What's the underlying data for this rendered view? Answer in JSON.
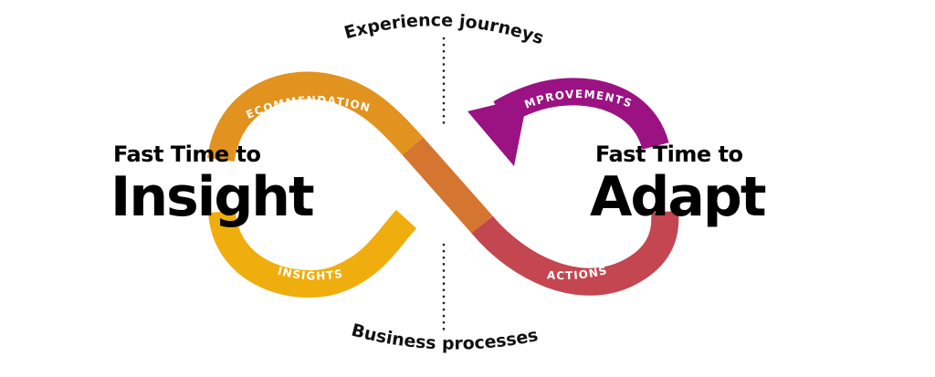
{
  "captions": {
    "top": "Experience journeys",
    "bottom": "Business processes"
  },
  "left": {
    "title_small": "Fast Time to",
    "title_big": "Insight"
  },
  "right": {
    "title_small": "Fast Time to",
    "title_big": "Adapt"
  },
  "segments": {
    "recommendations": "RECOMMENDATIONS",
    "insights": "INSIGHTS",
    "improvements": "IMPROVEMENTS",
    "actions": "ACTIONS"
  },
  "colors": {
    "recommendations": "#E2921E",
    "insights": "#EFAE0E",
    "cross": "#D47530",
    "improvements": "#9B1283",
    "actions": "#C34650",
    "text": "#111111",
    "divider": "#222222"
  }
}
